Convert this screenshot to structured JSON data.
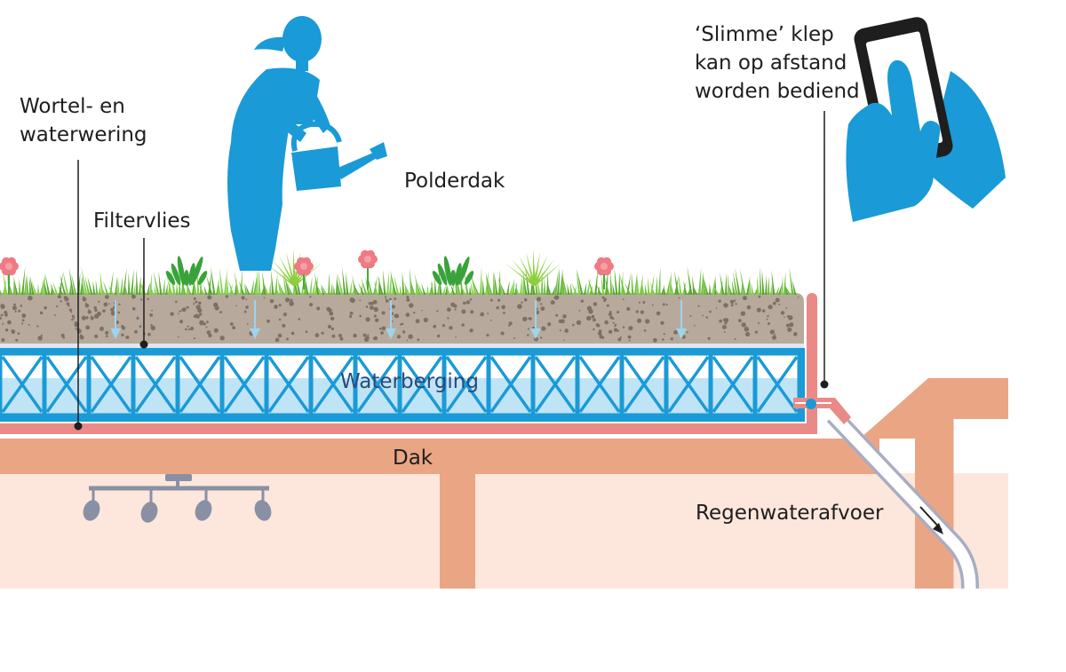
{
  "labels": {
    "root_barrier_line1": "Wortel- en",
    "root_barrier_line2": "waterwering",
    "filter": "Filtervlies",
    "polder_roof": "Polderdak",
    "water_storage": "Waterberging",
    "roof": "Dak",
    "drain": "Regenwaterafvoer",
    "valve_line1": "‘Slimme’ klep",
    "valve_line2": "kan op afstand",
    "valve_line3": "worden bediend"
  },
  "colors": {
    "blue": "#1a9ad6",
    "light_water": "#bfe4f6",
    "soil": "#b7aa9c",
    "grass": "#6bbf3a",
    "barrier_pink": "#ea8a86",
    "roof_orange": "#eaa584",
    "interior": "#fde6dc",
    "fixture": "#8a90a4",
    "flower": "#ee7b84"
  },
  "icons": [
    "woman-watering-icon",
    "watering-can-icon",
    "hand-phone-icon",
    "ceiling-lamp-icon",
    "flower-icon",
    "arrow-down-icon"
  ]
}
